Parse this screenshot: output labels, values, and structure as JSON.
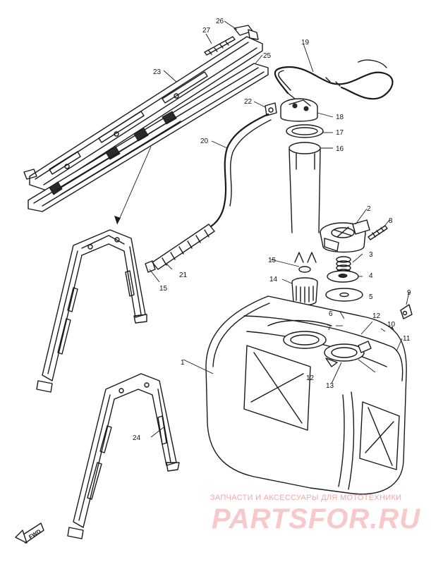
{
  "labels": {
    "p1": "1",
    "p2": "2",
    "p3": "3",
    "p4": "4",
    "p5": "5",
    "p6": "6",
    "p7": "7",
    "p8": "8",
    "p9": "9",
    "p10": "10",
    "p11": "11",
    "p12a": "12",
    "p12b": "12",
    "p13": "13",
    "p14": "14",
    "p15a": "15",
    "p15b": "15",
    "p16": "16",
    "p17": "17",
    "p18": "18",
    "p19": "19",
    "p20": "20",
    "p21": "21",
    "p22": "22",
    "p23": "23",
    "p24": "24",
    "p25": "25",
    "p26": "26",
    "p27": "27"
  },
  "direction_marker": "FWD",
  "watermark": {
    "tagline": "ЗАПЧАСТИ И АКСЕССУАРЫ ДЛЯ МОТОТЕХНИКИ",
    "logo": "PARTSFOR.RU"
  },
  "colors": {
    "ink": "#1a1a1a",
    "watermark": "#f2a8a8"
  }
}
